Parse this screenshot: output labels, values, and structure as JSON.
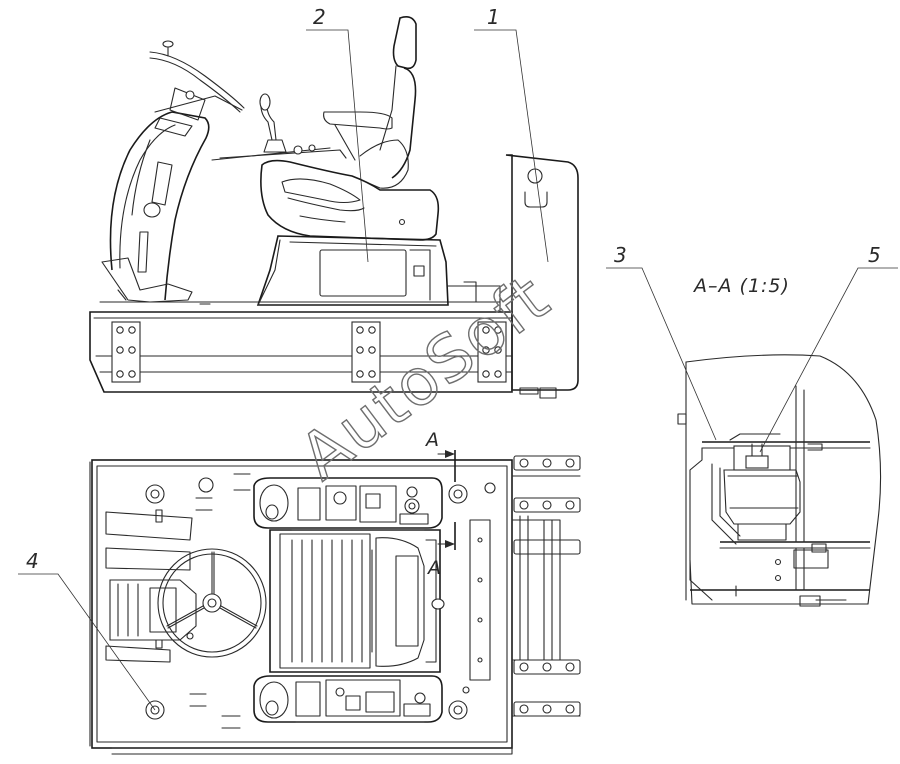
{
  "callouts": {
    "c1": "1",
    "c2": "2",
    "c3": "3",
    "c4": "4",
    "c5": "5"
  },
  "section": {
    "label": "А–А (1:5)",
    "mark_top": "А",
    "mark_bottom": "А"
  },
  "watermark": "AutoSoft"
}
